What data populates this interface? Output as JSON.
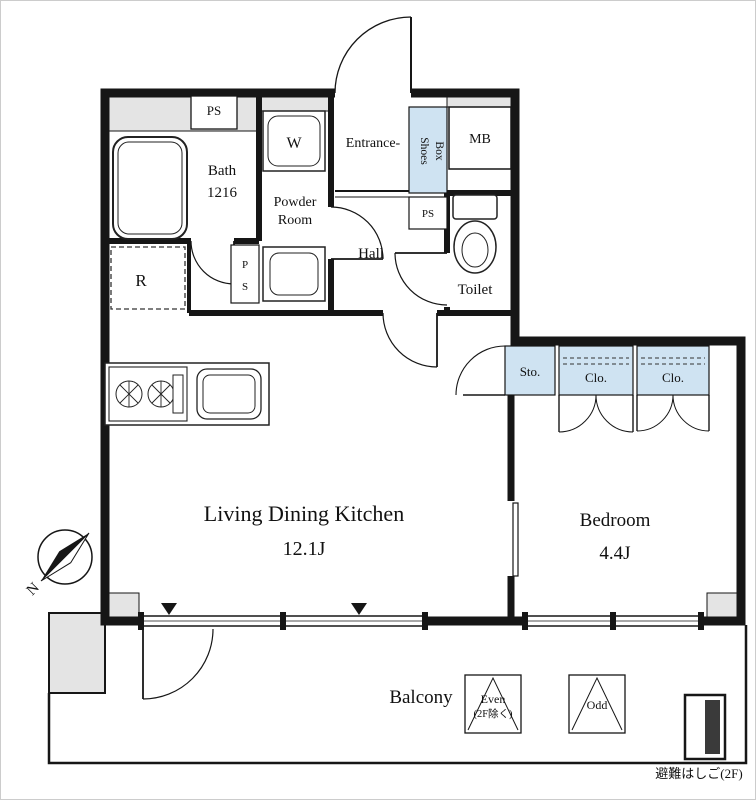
{
  "colors": {
    "wall": "#161616",
    "text": "#111111",
    "cabinet_fill": "#cfe3f2",
    "pillar_fill": "#e4e4e4",
    "ladder_fill": "#3a3a3a"
  },
  "plan": {
    "service": {
      "ps_top": "PS",
      "ps_mid": "PS",
      "ps_side_top": "P",
      "ps_side_bottom": "S",
      "mb": "MB"
    },
    "rooms": {
      "bath": {
        "name": "Bath",
        "size": "1216"
      },
      "powder": {
        "line1": "Powder",
        "line2": "Room"
      },
      "entrance": {
        "label": "Entrance-"
      },
      "hall": {
        "label": "Hall"
      },
      "toilet": {
        "label": "Toilet"
      },
      "ldk": {
        "name": "Living Dining Kitchen",
        "size": "12.1J"
      },
      "bedroom": {
        "name": "Bedroom",
        "size": "4.4J"
      },
      "balcony": {
        "label": "Balcony"
      }
    },
    "fixtures": {
      "washer": "W",
      "fridge": "R"
    },
    "storage": {
      "shoes_line1": "Shoes",
      "shoes_line2": "Box",
      "sto": "Sto.",
      "clo_left": "Clo.",
      "clo_right": "Clo."
    },
    "balcony_items": {
      "hatch_even": "Even",
      "hatch_even_note": "(2F除く)",
      "hatch_odd": "Odd",
      "ladder": "避難はしご(2F)"
    },
    "compass": {
      "north": "N"
    }
  }
}
